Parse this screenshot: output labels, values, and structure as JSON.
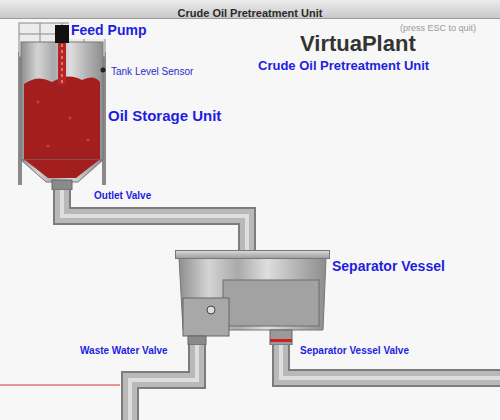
{
  "diagram": {
    "title": "Crude Oil Pretreatment Unit",
    "nodes": [
      {
        "text": [
          "Oil Storage Unit"
        ]
      },
      {
        "text": [
          "Separator Vessel"
        ]
      }
    ],
    "edges": [
      {
        "from": 0,
        "to": 1,
        "arrow": "none"
      }
    ],
    "labels": [
      "(press ESC to quit)",
      "VirtuaPlant",
      "Crude Oil Pretreatment Unit",
      "Feed Pump",
      "Tank Level Sensor",
      "Outlet Valve",
      "Waste Water Valve",
      "Separator Vessel Valve"
    ]
  }
}
